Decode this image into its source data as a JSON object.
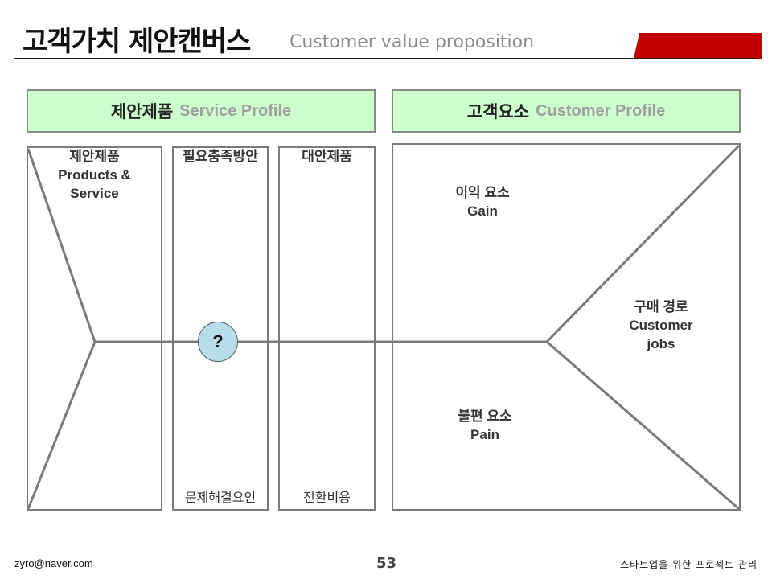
{
  "title": {
    "main": "고객가치 제안캔버스",
    "sub": "Customer value proposition"
  },
  "service_header": {
    "ko": "제안제품",
    "en": "Service Profile"
  },
  "customer_header": {
    "ko": "고객요소",
    "en": "Customer Profile"
  },
  "service_columns": {
    "products": {
      "ko": "제안제품",
      "en_line1": "Products &",
      "en_line2": "Service"
    },
    "needs": {
      "ko": "필요충족방안",
      "bottom": "문제해결요인"
    },
    "alternatives": {
      "ko": "대안제품",
      "bottom": "전환비용"
    }
  },
  "customer_zones": {
    "gain": {
      "ko": "이익 요소",
      "en": "Gain"
    },
    "jobs": {
      "ko": "구매 경로",
      "en_line1": "Customer",
      "en_line2": "jobs"
    },
    "pain": {
      "ko": "불편 요소",
      "en": "Pain"
    }
  },
  "connector": {
    "symbol": "?"
  },
  "colors": {
    "header_fill": "#ccffcc",
    "accent_red": "#c00000",
    "question_fill": "#b7dde8",
    "line_gray": "#7a7a7a"
  },
  "footer": {
    "email": "zyro@naver.com",
    "page": "53",
    "caption": "스타트업을 위한 프로젝트 관리"
  }
}
